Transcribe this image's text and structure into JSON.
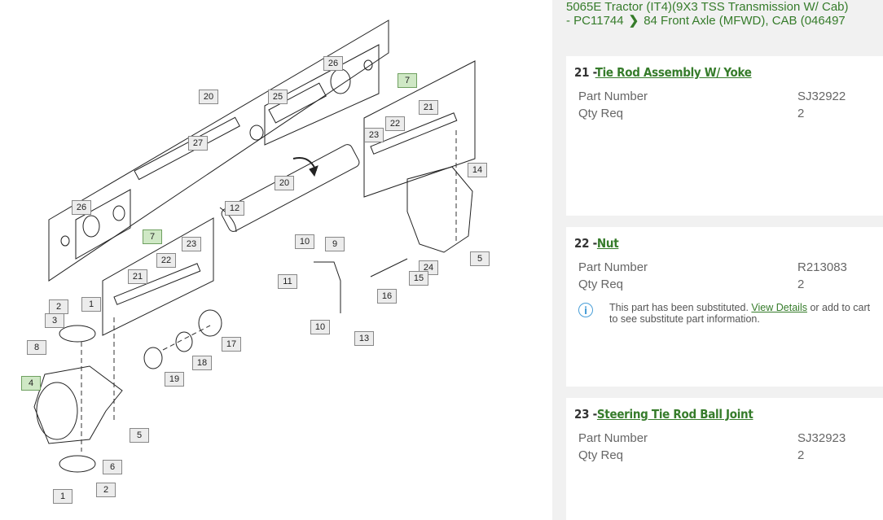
{
  "breadcrumb": {
    "line1": "5065E Tractor (IT4)(9X3 TSS Transmission W/ Cab)",
    "line2_a": "- PC11744",
    "line2_b": "84 Front Axle (MFWD), CAB (046497"
  },
  "parts": [
    {
      "num": "21 -",
      "name": "Tie Rod Assembly W/ Yoke",
      "part_label": "Part Number",
      "part_value": "SJ32922",
      "qty_label": "Qty Req",
      "qty_value": "2"
    },
    {
      "num": "22 -",
      "name": "Nut",
      "part_label": "Part Number",
      "part_value": "R213083",
      "qty_label": "Qty Req",
      "qty_value": "2",
      "note_pre": "This part has been substituted. ",
      "note_link": "View Details",
      "note_post": " or add to cart to see substitute part information."
    },
    {
      "num": "23 -",
      "name": "Steering Tie Rod Ball Joint",
      "part_label": "Part Number",
      "part_value": "SJ32923",
      "qty_label": "Qty Req",
      "qty_value": "2"
    }
  ],
  "callouts": [
    "20",
    "26",
    "25",
    "7",
    "27",
    "21",
    "23",
    "22",
    "26",
    "20",
    "14",
    "12",
    "7",
    "23",
    "22",
    "21",
    "10",
    "9",
    "11",
    "5",
    "24",
    "15",
    "16",
    "2",
    "3",
    "1",
    "8",
    "4",
    "17",
    "18",
    "19",
    "10",
    "13",
    "5",
    "6",
    "1",
    "2"
  ],
  "icons": {
    "info": "info-icon",
    "chevron": "chevron-right-icon"
  },
  "colors": {
    "accent": "#367c2b",
    "info": "#4a9fd8",
    "highlight": "#cfe8c5"
  }
}
